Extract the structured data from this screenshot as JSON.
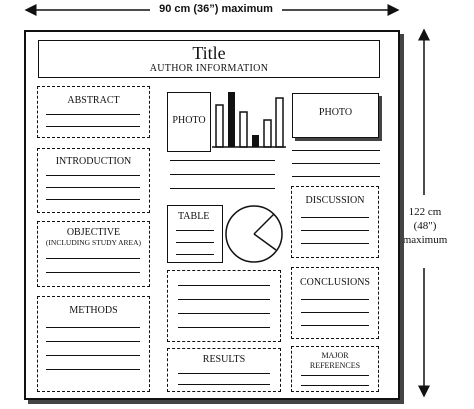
{
  "dimensions": {
    "width_label": "90 cm (36”) maximum",
    "height_line1": "122 cm",
    "height_line2": "(48\")",
    "height_line3": "maximum"
  },
  "header": {
    "title": "Title",
    "author": "AUTHOR INFORMATION"
  },
  "sections": {
    "abstract": "ABSTRACT",
    "introduction": "INTRODUCTION",
    "objective": "OBJECTIVE",
    "objective_sub": "(INCLUDING STUDY AREA)",
    "methods": "METHODS",
    "photo_left": "PHOTO",
    "photo_right": "PHOTO",
    "table": "TABLE",
    "discussion": "DISCUSSION",
    "conclusions": "CONCLUSIONS",
    "results": "RESULTS",
    "references_line1": "MAJOR",
    "references_line2": "REFERENCES"
  },
  "colors": {
    "ink": "#111111",
    "shadow": "#444444"
  }
}
